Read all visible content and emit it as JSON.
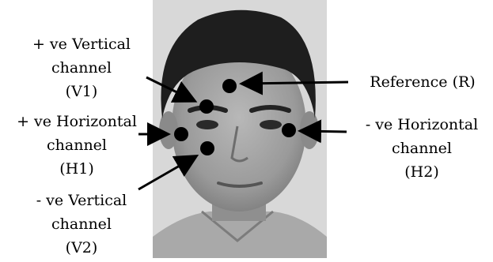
{
  "labels": {
    "v1": [
      "+ ve Vertical",
      "channel",
      "(V1)"
    ],
    "h1": [
      "+ ve Horizontal",
      "channel",
      "(H1)"
    ],
    "v2": [
      "- ve Vertical",
      "channel",
      "(V2)"
    ],
    "reference": [
      "Reference (R)"
    ],
    "h2": [
      "- ve Horizontal",
      "channel",
      "(H2)"
    ]
  },
  "colors": {
    "electrode": "#000000",
    "arrow": "#000000",
    "photo_background": "#d6d6d6"
  }
}
